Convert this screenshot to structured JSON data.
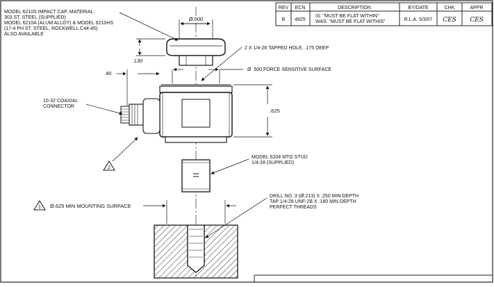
{
  "revision_block": {
    "headers": [
      "REV",
      "ECN",
      "DESCRIPTION",
      "BY/DATE",
      "CHK",
      "APPR"
    ],
    "row": {
      "rev": "B",
      "ecn": "4825",
      "description_line1": "IS: \"MUST BE FLAT WITHIN\"",
      "description_line2": "WAS: \"MUST BE FLAT WITHIS\"",
      "by_date": "R.L.A. 5/3/07",
      "chk": "CES",
      "appr": "CES"
    }
  },
  "notes": {
    "impact_cap": [
      "MODEL 6210S IMPACT CAP, MATERIAL:",
      "303 ST. STEEL (SUPPLIED)",
      "MODEL 6210A (ALUM ALLOY) & MODEL 6210HS",
      "(17-4 PH ST. STEEL, ROCKWELL C44-45)",
      "ALSO AVAILABLE"
    ],
    "tapped_hole": "2 X 1/4-28 TAPPED HOLE, .175 DEEP",
    "force_surface": "Ø .500 FORCE SENSITIVE SURFACE",
    "connector": [
      "10-32 COAXIAL",
      "CONNECTOR"
    ],
    "mtg_stud": [
      "MODEL 6204 MTG STUD",
      "1/4-28 (SUPPLIED)"
    ],
    "drill": [
      "DRILL NO. 3 (Ø.213) X .250 MIN DEPTH",
      "TAP 1/4-28 UNF-2B X .180 MIN DEPTH",
      "PERFECT THREADS"
    ],
    "mounting_surface": "Ø.625 MIN MOUNTING SURFACE"
  },
  "dimensions": {
    "cap_diameter": "Ø.500",
    "cap_height": ".130",
    "body_offset": ".40",
    "body_height": ".625"
  },
  "flags": {
    "flag_1": "1",
    "flag_2": "2"
  }
}
